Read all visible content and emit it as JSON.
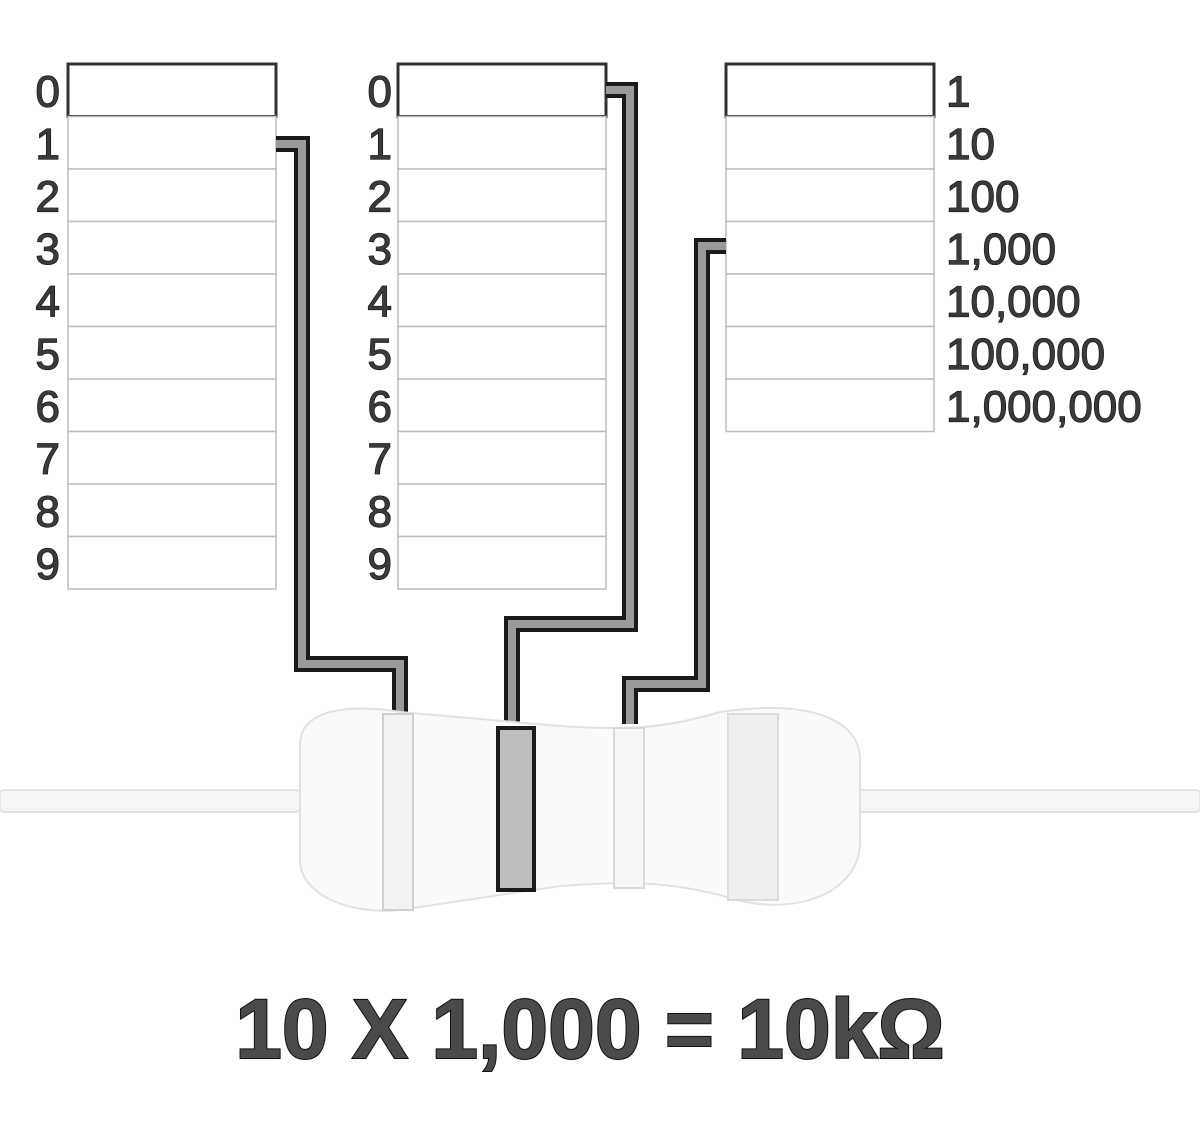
{
  "columns": {
    "first_digit": {
      "labels": [
        "0",
        "1",
        "2",
        "3",
        "4",
        "5",
        "6",
        "7",
        "8",
        "9"
      ],
      "selected": "1"
    },
    "second_digit": {
      "labels": [
        "0",
        "1",
        "2",
        "3",
        "4",
        "5",
        "6",
        "7",
        "8",
        "9"
      ],
      "selected": "0"
    },
    "multiplier": {
      "labels": [
        "1",
        "10",
        "100",
        "1,000",
        "10,000",
        "100,000",
        "1,000,000"
      ],
      "selected": "1,000"
    }
  },
  "resistor": {
    "bands": [
      {
        "role": "first-digit"
      },
      {
        "role": "second-digit"
      },
      {
        "role": "multiplier"
      },
      {
        "role": "tolerance"
      }
    ]
  },
  "formula": "10 X 1,000 = 10kΩ"
}
